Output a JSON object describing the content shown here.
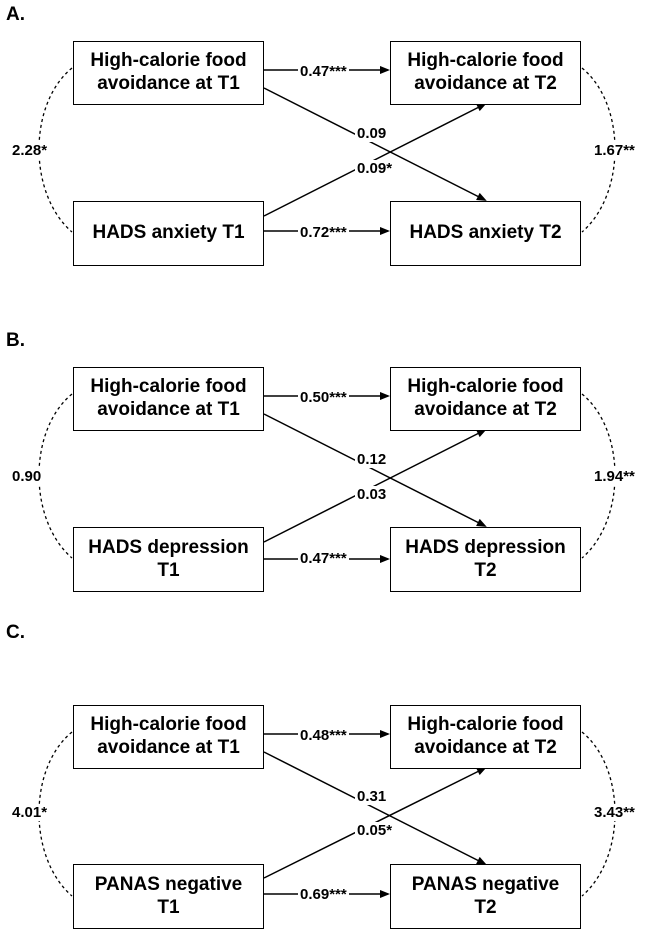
{
  "panels": [
    {
      "label": "A.",
      "box_t1_top": "High-calorie food\navoidance at T1",
      "box_t2_top": "High-calorie food\navoidance at T2",
      "box_t1_bottom": "HADS anxiety T1",
      "box_t2_bottom": "HADS anxiety T2",
      "coef_top": "0.47***",
      "coef_bottom": "0.72***",
      "coef_cross_top_to_bottom": "0.09",
      "coef_cross_bottom_to_top": "0.09*",
      "cov_left": "2.28*",
      "cov_right": "1.67**"
    },
    {
      "label": "B.",
      "box_t1_top": "High-calorie food\navoidance at T1",
      "box_t2_top": "High-calorie food\navoidance at T2",
      "box_t1_bottom": "HADS depression\nT1",
      "box_t2_bottom": "HADS depression\nT2",
      "coef_top": "0.50***",
      "coef_bottom": "0.47***",
      "coef_cross_top_to_bottom": "0.12",
      "coef_cross_bottom_to_top": "0.03",
      "cov_left": "0.90",
      "cov_right": "1.94**"
    },
    {
      "label": "C.",
      "box_t1_top": "High-calorie food\navoidance at T1",
      "box_t2_top": "High-calorie food\navoidance at T2",
      "box_t1_bottom": "PANAS negative\nT1",
      "box_t2_bottom": "PANAS negative\nT2",
      "coef_top": "0.48***",
      "coef_bottom": "0.69***",
      "coef_cross_top_to_bottom": "0.31",
      "coef_cross_bottom_to_top": "0.05*",
      "cov_left": "4.01*",
      "cov_right": "3.43**"
    }
  ]
}
